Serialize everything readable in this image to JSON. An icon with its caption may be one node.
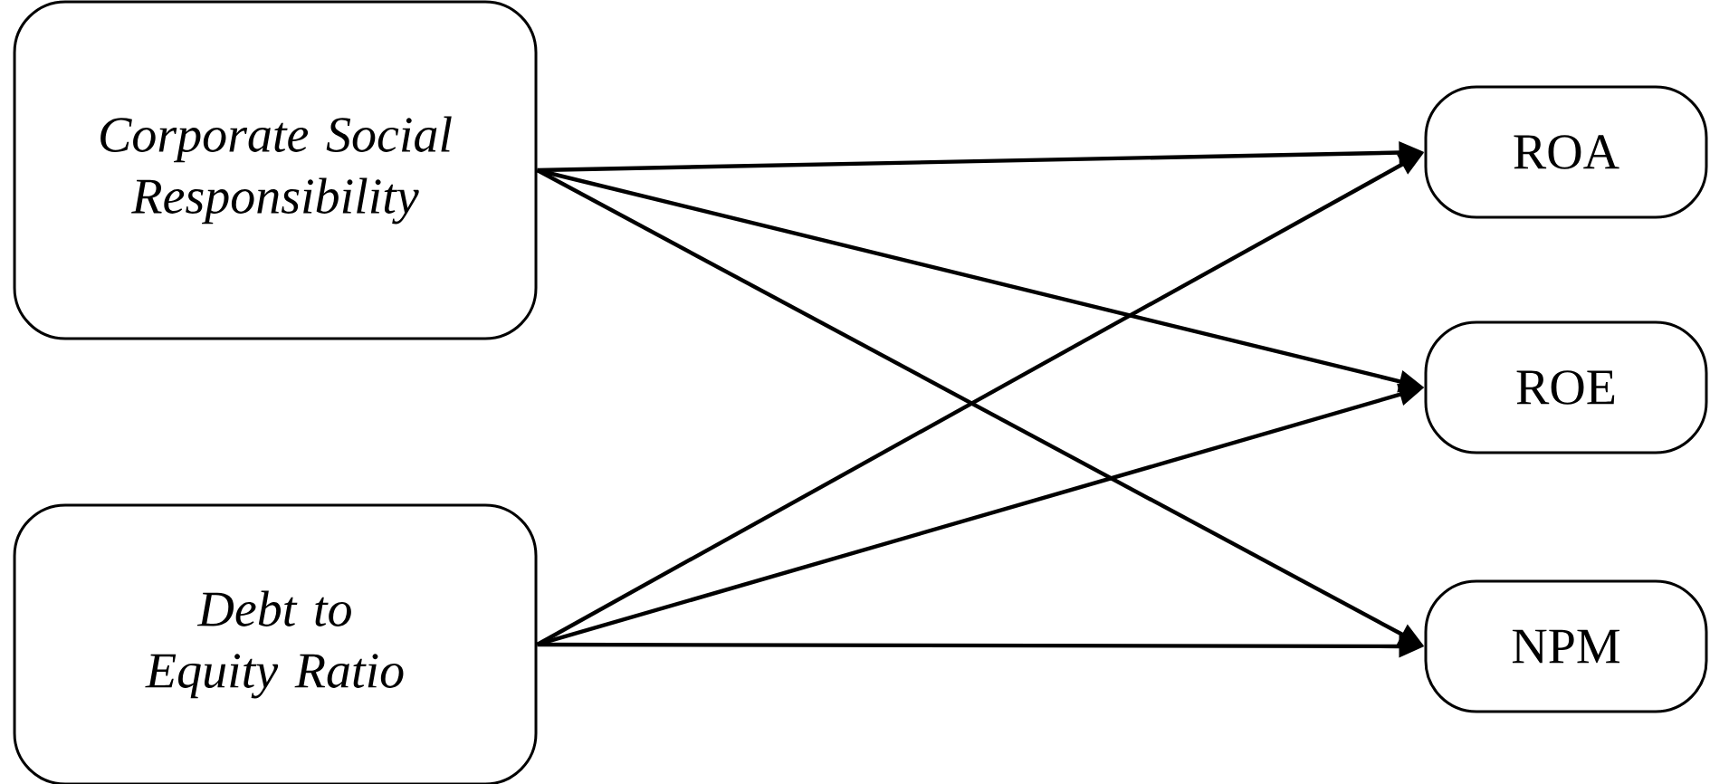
{
  "diagram": {
    "nodes": [
      {
        "text": [
          "Corporate Social Responsibility"
        ]
      },
      {
        "text": [
          "Debt to Equity Ratio"
        ]
      },
      {
        "text": [
          "ROA"
        ]
      },
      {
        "text": [
          "ROE"
        ]
      },
      {
        "text": [
          "NPM"
        ]
      }
    ],
    "edges": [
      {
        "from": 0,
        "to": 2,
        "arrow": "to"
      },
      {
        "from": 0,
        "to": 3,
        "arrow": "to"
      },
      {
        "from": 0,
        "to": 4,
        "arrow": "to"
      },
      {
        "from": 1,
        "to": 2,
        "arrow": "to"
      },
      {
        "from": 1,
        "to": 3,
        "arrow": "to"
      },
      {
        "from": 1,
        "to": 4,
        "arrow": "to"
      }
    ]
  }
}
